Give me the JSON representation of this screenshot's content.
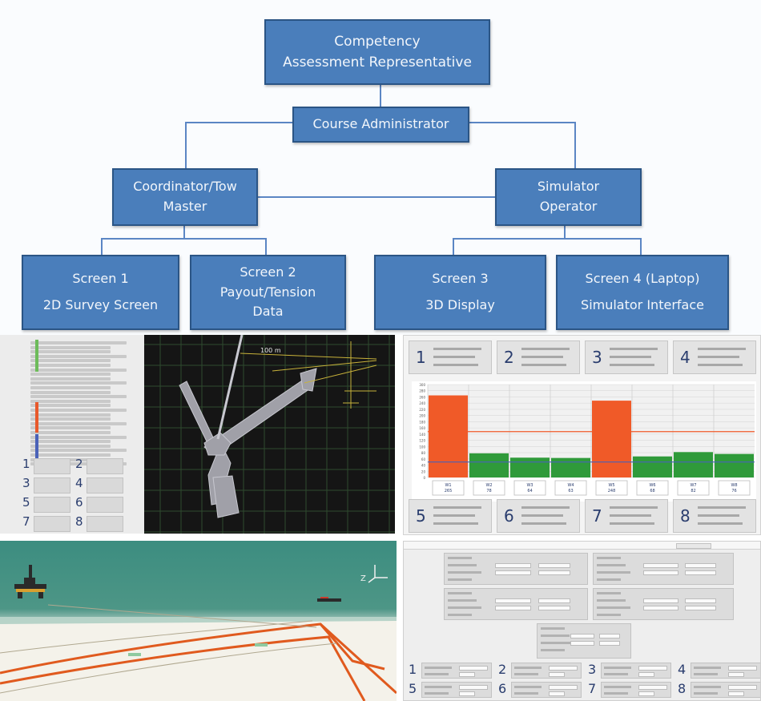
{
  "org_chart": {
    "top": [
      "Competency",
      "Assessment Representative"
    ],
    "admin": "Course Administrator",
    "left_manager": [
      "Coordinator/Tow",
      "Master"
    ],
    "right_manager": [
      "Simulator",
      "Operator"
    ],
    "screens": [
      {
        "title": "Screen 1",
        "subtitle": "2D Survey Screen"
      },
      {
        "title": "Screen 2",
        "subtitle": "Payout/Tension Data"
      },
      {
        "title": "Screen 3",
        "subtitle": "3D Display"
      },
      {
        "title": "Screen 4 (Laptop)",
        "subtitle": "Simulator Interface"
      }
    ],
    "colors": {
      "box_fill": "#4a7ebb",
      "box_border": "#2b5585",
      "line": "#5b86c4"
    }
  },
  "survey_panel": {
    "winch_numbers": [
      "1",
      "2",
      "3",
      "4",
      "5",
      "6",
      "7",
      "8"
    ],
    "scale_label": "100 m",
    "colors": {
      "background": "#151515",
      "grid": "#2e4a2e",
      "vessel": "#a0a0a8",
      "axis": "#c8b23a"
    }
  },
  "payout_panel": {
    "winch_numbers": [
      "1",
      "2",
      "3",
      "4",
      "5",
      "6",
      "7",
      "8"
    ],
    "chart_data": {
      "type": "bar",
      "categories": [
        "W1",
        "W2",
        "W3",
        "W4",
        "W5",
        "W6",
        "W7",
        "W8"
      ],
      "values": [
        265,
        78,
        64,
        63,
        248,
        68,
        82,
        76
      ],
      "ylim": [
        0,
        300
      ],
      "yticks": [
        0,
        20,
        40,
        60,
        80,
        100,
        120,
        140,
        160,
        180,
        200,
        220,
        240,
        260,
        280,
        300
      ],
      "reference_lines": [
        {
          "value": 148,
          "color": "#f05a28"
        },
        {
          "value": 50,
          "color": "#4a62b8"
        }
      ],
      "colors": {
        "high": "#f05a28",
        "normal": "#2f9a3a"
      }
    }
  },
  "display_panel": {
    "axis_label": "Z",
    "colors": {
      "sea": "#3f8a7e",
      "horizon": "#a9c8c0",
      "seabed": "#f2f0e8",
      "line": "#e05a1e"
    }
  },
  "interface_panel": {
    "winch_numbers": [
      "1",
      "2",
      "3",
      "4",
      "5",
      "6",
      "7",
      "8"
    ]
  }
}
